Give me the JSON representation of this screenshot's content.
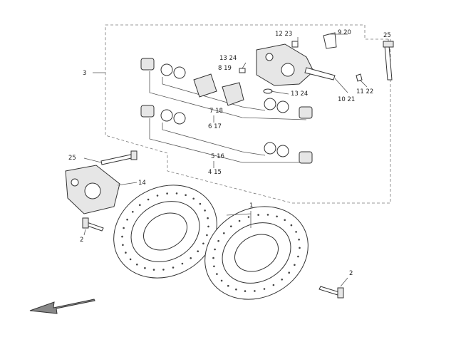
{
  "callouts": {
    "n1": "1",
    "n2a": "2",
    "n2b": "2",
    "n3": "3",
    "n4_15": "4  15",
    "n5_16": "5 16",
    "n6_17": "6 17",
    "n7_18": "7 18",
    "n8_19": "8 19",
    "n9_20": "9 20",
    "n10_21": "10 21",
    "n11_22": "11 22",
    "n12_23": "12 23",
    "n13_24a": "13 24",
    "n13_24b": "13 24",
    "n14": "14",
    "n25a": "25",
    "n25b": "25"
  },
  "icons": {
    "direction_arrow": "front-direction-arrow-icon"
  }
}
